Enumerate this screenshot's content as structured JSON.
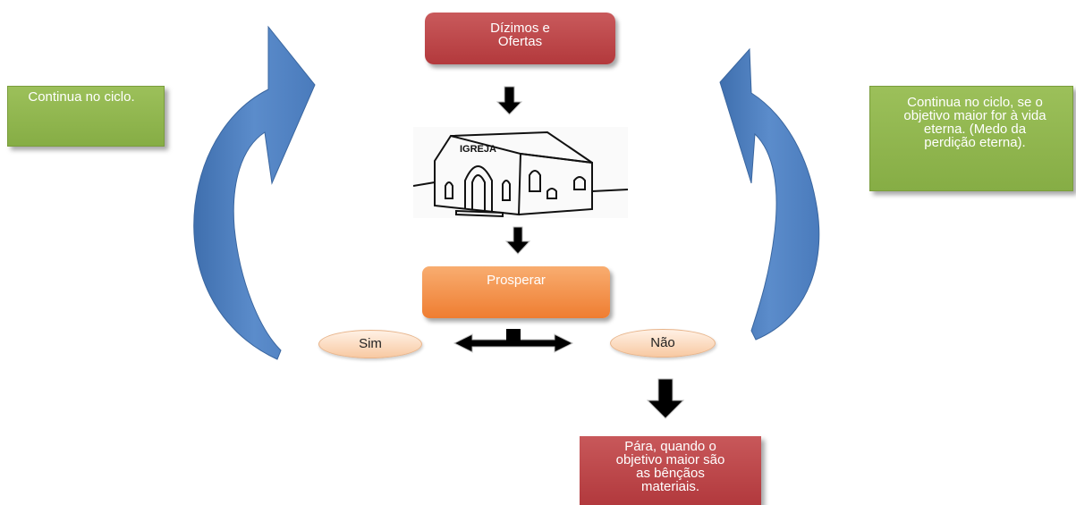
{
  "nodes": {
    "tithes": "Dízimos e Ofertas",
    "church_sign": "IGREJA",
    "prosper": "Prosperar",
    "yes": "Sim",
    "no": "Não",
    "left_note": "Continua no ciclo.",
    "right_note": "Continua no ciclo, se o objetivo maior for à vida eterna. (Medo da perdição eterna).",
    "stop_note": "Pára, quando o objetivo maior são as bênçãos materiais."
  },
  "colors": {
    "cycle_arrow": "#4f81bd",
    "note_box": "#92b552",
    "tithes_box": "#c0504d",
    "prosper_box": "#f79646",
    "stop_box": "#c0504d"
  }
}
